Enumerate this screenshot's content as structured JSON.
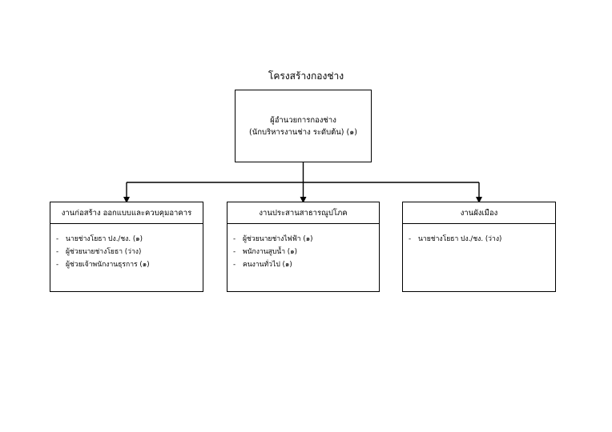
{
  "title": "โครงสร้างกองช่าง",
  "head": {
    "line1": "ผู้อำนวยการกองช่าง",
    "line2": "(นักบริหารงานช่าง ระดับต้น) (๑)"
  },
  "departments": [
    {
      "name": "งานก่อสร้าง ออกแบบและควบคุมอาคาร",
      "items": [
        "นายช่างโยธา ปง./ชง. (๑)",
        "ผู้ช่วยนายช่างโยธา (ว่าง)",
        "ผู้ช่วยเจ้าพนักงานธุรการ (๑)"
      ]
    },
    {
      "name": "งานประสานสาธารณูปโภค",
      "items": [
        "ผู้ช่วยนายช่างไฟฟ้า (๑)",
        "พนักงานสูบน้ำ (๑)",
        "คนงานทั่วไป (๑)"
      ]
    },
    {
      "name": "งานผังเมือง",
      "items": [
        "นายช่างโยธา ปง./ชง. (ว่าง)"
      ]
    }
  ],
  "item_prefix": "-"
}
